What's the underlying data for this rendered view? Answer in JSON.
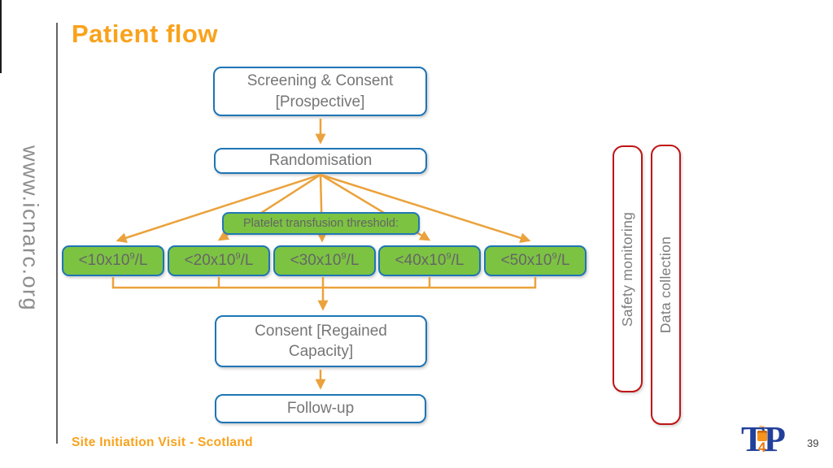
{
  "sidebar": {
    "url": "www.icnarc.org"
  },
  "header": {
    "title": "Patient flow"
  },
  "flowchart": {
    "screening": {
      "line1": "Screening & Consent",
      "line2": "[Prospective]"
    },
    "randomisation": "Randomisation",
    "threshold_label": "Platelet transfusion threshold:",
    "thresholds": [
      {
        "lt": "<10x10",
        "sup": "9",
        "suf": "/L"
      },
      {
        "lt": "<20x10",
        "sup": "9",
        "suf": "/L"
      },
      {
        "lt": "<30x10",
        "sup": "9",
        "suf": "/L"
      },
      {
        "lt": "<40x10",
        "sup": "9",
        "suf": "/L"
      },
      {
        "lt": "<50x10",
        "sup": "9",
        "suf": "/L"
      }
    ],
    "consent": {
      "line1": "Consent [Regained",
      "line2": "Capacity]"
    },
    "followup": "Follow-up",
    "safety_monitoring": "Safety monitoring",
    "data_collection": "Data collection"
  },
  "footer": {
    "subtitle": "Site Initiation Visit - Scotland",
    "page_number": "39",
    "logo": {
      "t": "T",
      "four": "4",
      "p": "P"
    }
  },
  "colors": {
    "accent_orange": "#F9A21C",
    "arrow_orange": "#EBA23C",
    "node_border_blue": "#1E75B5",
    "node_green": "#7CC342",
    "pillar_border_red": "#BF1414",
    "text_gray": "#767676",
    "logo_blue": "#21409A",
    "logo_orange": "#F7941D"
  }
}
